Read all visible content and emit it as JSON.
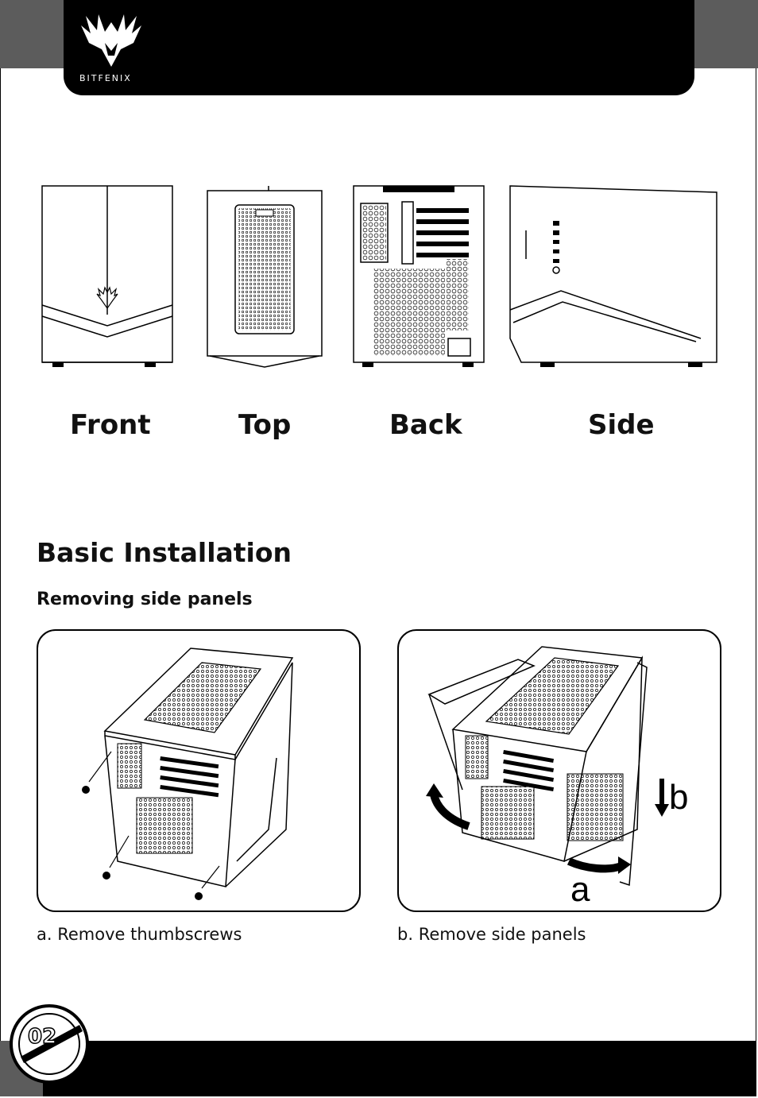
{
  "brand": {
    "logo_text": "BITFENIX"
  },
  "views": {
    "front": "Front",
    "top": "Top",
    "back": "Back",
    "side": "Side"
  },
  "section": {
    "title": "Basic Installation",
    "subtitle": "Removing side panels"
  },
  "steps": [
    {
      "marker": "a.",
      "text": "Remove thumbscrews"
    },
    {
      "marker": "b.",
      "text": "Remove side panels"
    }
  ],
  "illustration_labels": {
    "a": "a",
    "b": "b"
  },
  "page": {
    "number": "02"
  }
}
